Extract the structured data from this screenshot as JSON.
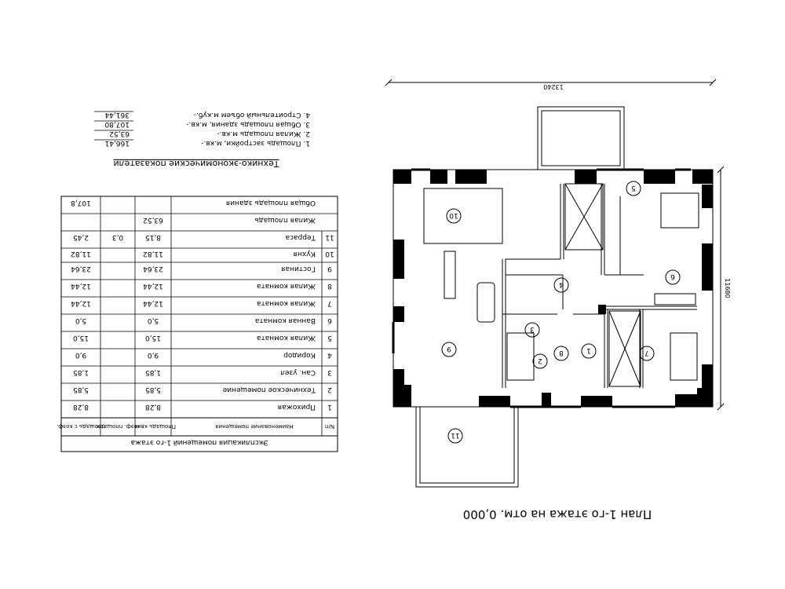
{
  "plan": {
    "title": "План 1-го этажа на отм. 0,000",
    "dim_width": "13240",
    "dim_height": "11680",
    "room_numbers": [
      "1",
      "2",
      "3",
      "4",
      "5",
      "6",
      "7",
      "8",
      "9",
      "10",
      "11"
    ]
  },
  "tei": {
    "title": "Технико-экономические показатели",
    "items": [
      {
        "label": "1. Площадь застройки, м.кв.-",
        "value": "166,41"
      },
      {
        "label": "2. Жилая площадь м.кв.-",
        "value": "63,52"
      },
      {
        "label": "3. Общая площадь здания, м.кв.-",
        "value": "107,80"
      },
      {
        "label": "4. Строительный объем м.куб.-",
        "value": "361,44"
      }
    ]
  },
  "explication": {
    "title": "Экспликация помещений 1-го этажа",
    "headers": [
      "N/п",
      "Наименование помещения",
      "Площадь кв.м",
      "коэф. площади",
      "площадь с коэф."
    ],
    "rows": [
      [
        "1",
        "Прихожая",
        "8,28",
        "",
        "8,28"
      ],
      [
        "2",
        "Техническое помещение",
        "5,85",
        "",
        "5,85"
      ],
      [
        "3",
        "Сан. узел",
        "1,85",
        "",
        "1,85"
      ],
      [
        "4",
        "Коридор",
        "9,0",
        "",
        "9,0"
      ],
      [
        "5",
        "Жилая комната",
        "15,0",
        "",
        "15,0"
      ],
      [
        "6",
        "Ванная комната",
        "5,0",
        "",
        "5,0"
      ],
      [
        "7",
        "Жилая комната",
        "12,44",
        "",
        "12,44"
      ],
      [
        "8",
        "Жилая комната",
        "12,44",
        "",
        "12,44"
      ],
      [
        "9",
        "Гостиная",
        "23,64",
        "",
        "23,64"
      ],
      [
        "10",
        "Кухня",
        "11,82",
        "",
        "11,82"
      ],
      [
        "11",
        "Терраса",
        "8,15",
        "0,3",
        "2,45"
      ]
    ],
    "living_area": {
      "label": "Жилая площадь",
      "value": "63,52"
    },
    "total_area": {
      "label": "Общая площадь здания",
      "value": "107,8"
    }
  }
}
